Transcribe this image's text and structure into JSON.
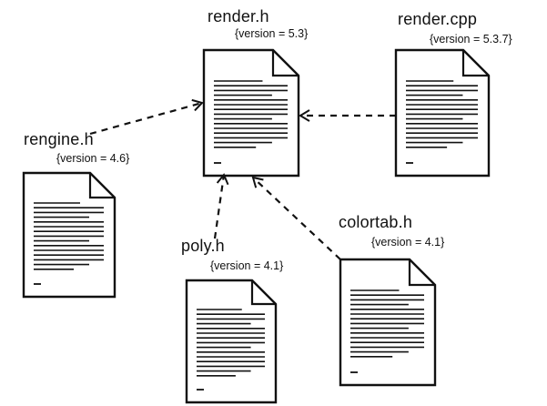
{
  "files": [
    {
      "id": "render-h",
      "name": "render.h",
      "version": "{version = 5.3}"
    },
    {
      "id": "render-cpp",
      "name": "render.cpp",
      "version": "{version = 5.3.7}"
    },
    {
      "id": "rengine-h",
      "name": "rengine.h",
      "version": "{version = 4.6}"
    },
    {
      "id": "poly-h",
      "name": "poly.h",
      "version": "{version = 4.1}"
    },
    {
      "id": "colortab-h",
      "name": "colortab.h",
      "version": "{version = 4.1}"
    }
  ],
  "dependencies": [
    {
      "from": "render-cpp",
      "to": "render-h"
    },
    {
      "from": "rengine-h",
      "to": "render-h"
    },
    {
      "from": "poly-h",
      "to": "render-h"
    },
    {
      "from": "colortab-h",
      "to": "render-h"
    }
  ]
}
